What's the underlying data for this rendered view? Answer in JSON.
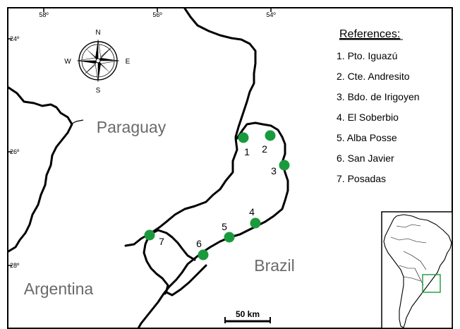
{
  "map": {
    "longitude_labels": [
      "58º",
      "56º",
      "54º"
    ],
    "latitude_labels": [
      "24º",
      "26º",
      "28º"
    ],
    "compass": {
      "north": "N",
      "south": "S",
      "east": "E",
      "west": "W"
    },
    "regions": {
      "paraguay": "Paraguay",
      "brazil": "Brazil",
      "argentina": "Argentina"
    },
    "scale_bar": "50 km",
    "point_color": "#1a9a3c",
    "inset_box_color": "#1a9a3c"
  },
  "references": {
    "title": "References:",
    "items": [
      "1. Pto. Iguazú",
      "2. Cte. Andresito",
      "3. Bdo. de Irigoyen",
      "4. El Soberbio",
      "5. Alba Posse",
      "6. San Javier",
      "7. Posadas"
    ]
  },
  "sites": [
    "1",
    "2",
    "3",
    "4",
    "5",
    "6",
    "7"
  ]
}
